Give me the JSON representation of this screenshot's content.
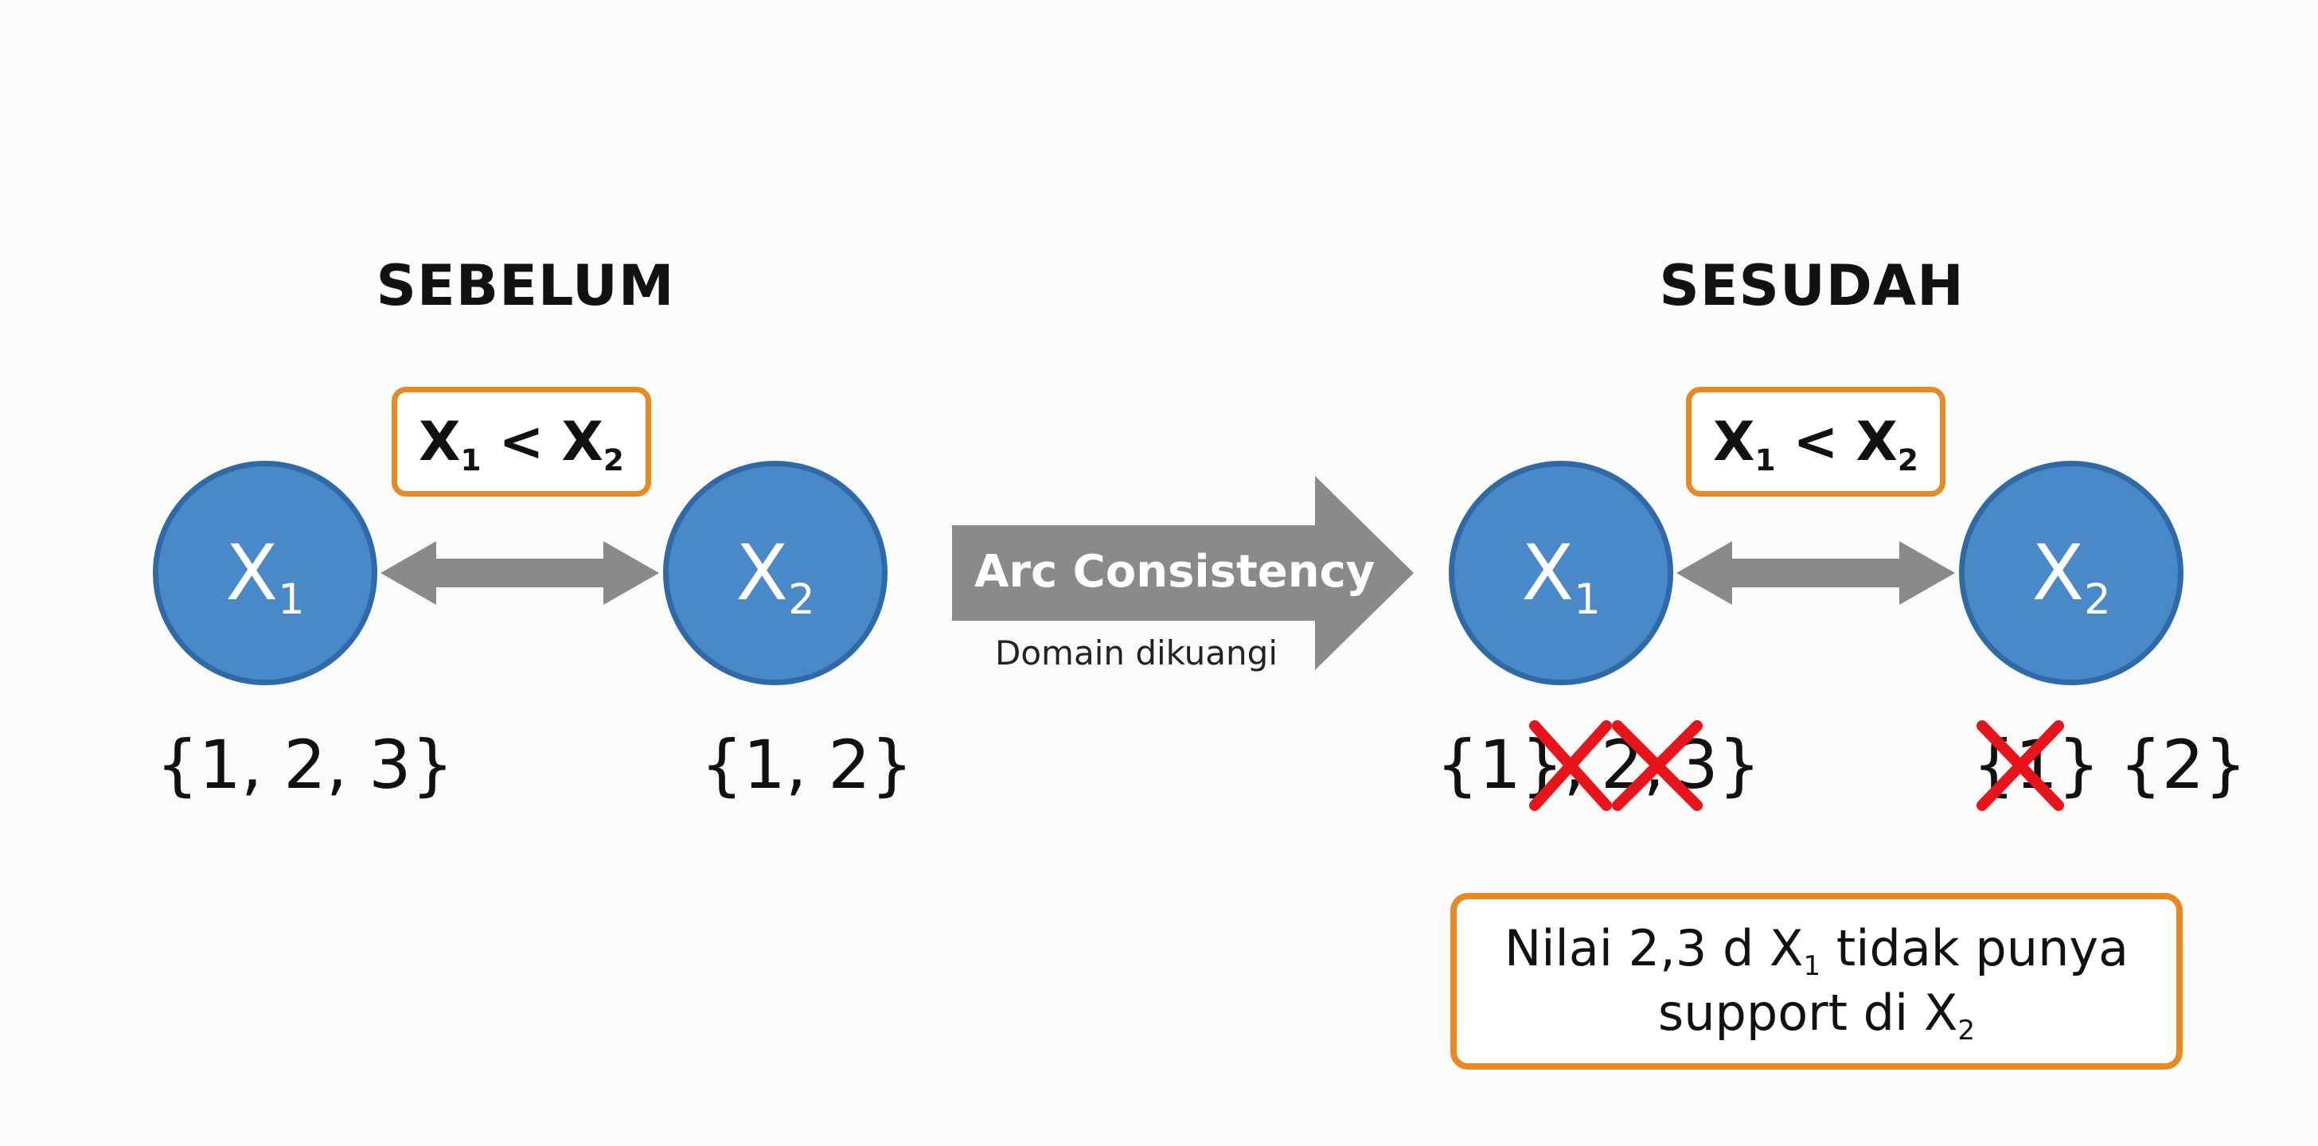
{
  "left": {
    "heading": "SEBELUM",
    "constraint": {
      "a": "X",
      "a_sub": "1",
      "op": "<",
      "b": "X",
      "b_sub": "2"
    },
    "node1": {
      "label": "X",
      "sub": "1"
    },
    "node2": {
      "label": "X",
      "sub": "2"
    },
    "domain1": "{1, 2, 3}",
    "domain2": "{1, 2}"
  },
  "arrow": {
    "label": "Arc Consistency",
    "sublabel": "Domain dikuangi"
  },
  "right": {
    "heading": "SESUDAH",
    "constraint": {
      "a": "X",
      "a_sub": "1",
      "op": "<",
      "b": "X",
      "b_sub": "2"
    },
    "node1": {
      "label": "X",
      "sub": "1"
    },
    "node2": {
      "label": "X",
      "sub": "2"
    },
    "domain1": {
      "kept": "{1},",
      "removed1": "2,",
      "removed2": "3}"
    },
    "domain2": {
      "removed": "{1}",
      "kept": "{2}"
    },
    "note": {
      "line1_pre": "Nilai 2,3 d X",
      "line1_sub": "1",
      "line1_post": " tidak punya",
      "line2_pre": "support di X",
      "line2_sub": "2"
    }
  },
  "colors": {
    "node_fill": "#4a89c8",
    "node_border": "#2f6aa6",
    "constraint_border": "#e88a24",
    "arrow_gray": "#8a8a8a",
    "cross_red": "#e8141c"
  }
}
